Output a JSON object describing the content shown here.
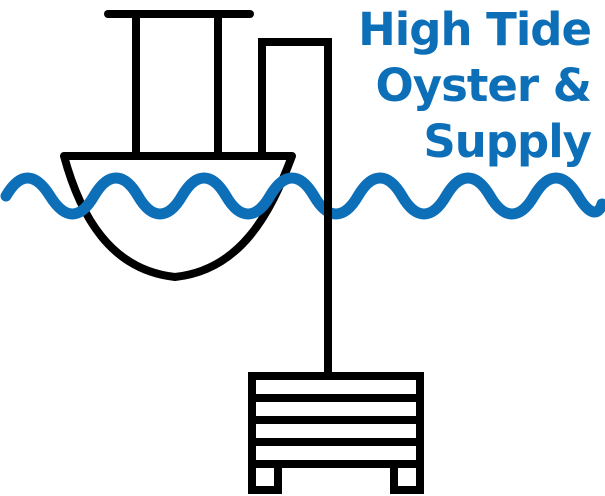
{
  "logo": {
    "title_lines": [
      "High Tide",
      "Oyster &",
      "Supply"
    ],
    "colors": {
      "brand_blue": "#0d6fb8",
      "line_black": "#000000",
      "background": "#ffffff"
    },
    "icons": [
      "boat-icon",
      "wave-icon",
      "oyster-cage-icon"
    ]
  }
}
